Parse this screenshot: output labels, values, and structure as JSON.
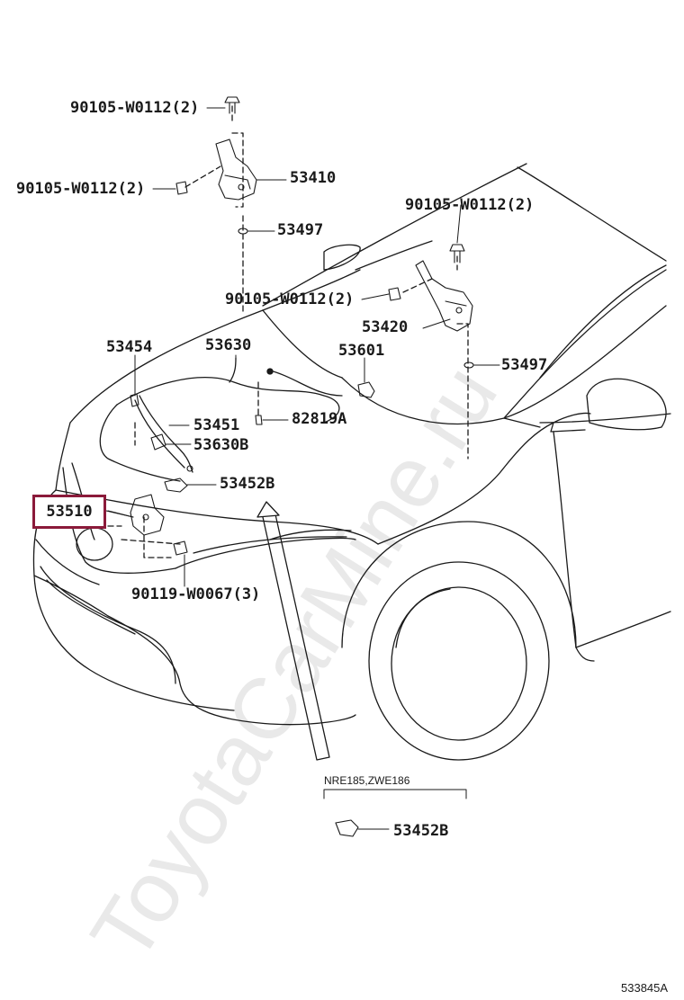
{
  "watermark": "ToyotaCarMine.ru",
  "highlight_color": "#8b1a3a",
  "figure_id": "533845A",
  "variant_note": "NRE185,ZWE186",
  "parts": {
    "bolt_top": "90105-W0112(2)",
    "bolt_left": "90105-W0112(2)",
    "hinge_left": "53410",
    "washer_left": "53497",
    "bolt_right_top": "90105-W0112(2)",
    "bolt_right_mid": "90105-W0112(2)",
    "hinge_right": "53420",
    "washer_right": "53497",
    "cushion": "53601",
    "lock_cable": "53630",
    "hood_insulator": "53454",
    "stay": "53451",
    "clip_cable": "53630B",
    "clamp": "82819A",
    "grommet": "53452B",
    "hood_lock": "53510",
    "bolt_lock": "90119-W0067(3)",
    "grommet_variant": "53452B"
  }
}
